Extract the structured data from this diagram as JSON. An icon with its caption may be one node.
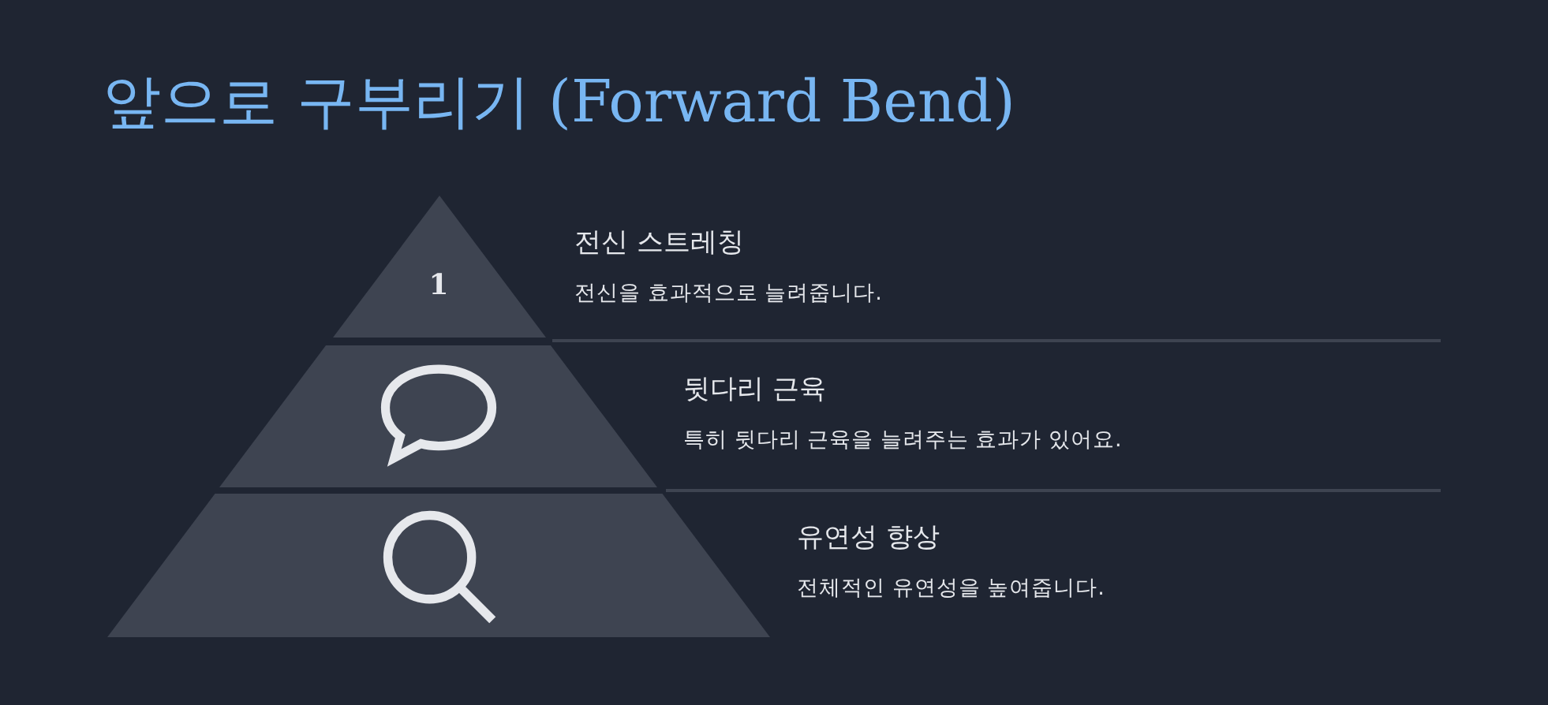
{
  "diagram": {
    "title": "앞으로 구부리기 (Forward Bend)",
    "nodes": [
      {
        "text": [
          "1"
        ],
        "beside": [
          "전신 스트레칭",
          "전신을 효과적으로 늘려줍니다."
        ]
      },
      {
        "text": [],
        "shape": "trapezoid",
        "beside": [
          "뒷다리 근육",
          "특히 뒷다리 근육을 늘려주는 효과가 있어요."
        ]
      },
      {
        "text": [],
        "shape": "trapezoid",
        "beside": [
          "유연성 향상",
          "전체적인 유연성을 높여줍니다."
        ]
      }
    ],
    "edges": []
  }
}
